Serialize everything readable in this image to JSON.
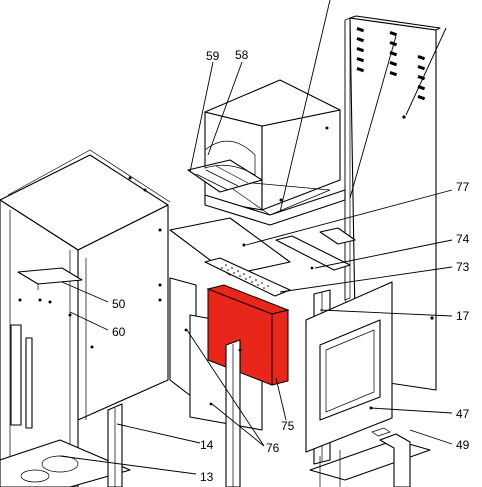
{
  "callouts": [
    {
      "id": "59",
      "text": "59"
    },
    {
      "id": "58",
      "text": "58"
    },
    {
      "id": "77",
      "text": "77"
    },
    {
      "id": "74",
      "text": "74"
    },
    {
      "id": "73",
      "text": "73"
    },
    {
      "id": "50",
      "text": "50"
    },
    {
      "id": "60",
      "text": "60"
    },
    {
      "id": "17",
      "text": "17"
    },
    {
      "id": "75",
      "text": "75"
    },
    {
      "id": "47",
      "text": "47"
    },
    {
      "id": "76",
      "text": "76"
    },
    {
      "id": "14",
      "text": "14"
    },
    {
      "id": "49",
      "text": "49"
    },
    {
      "id": "13",
      "text": "13"
    }
  ],
  "colors": {
    "line": "#000000",
    "highlight_part": "#e8271a",
    "background": "#ffffff"
  },
  "highlighted_part": "75"
}
